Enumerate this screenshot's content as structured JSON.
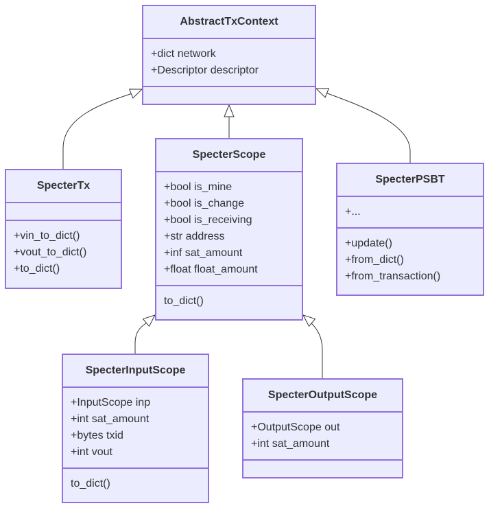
{
  "diagram": {
    "type": "class-diagram",
    "colors": {
      "node_fill": "#ececff",
      "node_border": "#9370db",
      "edge": "#333333",
      "text": "#333333",
      "background": "#ffffff"
    },
    "classes": [
      {
        "id": "AbstractTxContext",
        "name": "AbstractTxContext",
        "attributes": [
          "+dict network",
          "+Descriptor descriptor"
        ],
        "methods": []
      },
      {
        "id": "SpecterTx",
        "name": "SpecterTx",
        "attributes": [],
        "methods": [
          "+vin_to_dict()",
          "+vout_to_dict()",
          "+to_dict()"
        ]
      },
      {
        "id": "SpecterScope",
        "name": "SpecterScope",
        "attributes": [
          "+bool is_mine",
          "+bool is_change",
          "+bool is_receiving",
          "+str address",
          "+inf sat_amount",
          "+float float_amount"
        ],
        "methods": [
          "to_dict()"
        ]
      },
      {
        "id": "SpecterPSBT",
        "name": "SpecterPSBT",
        "attributes": [
          "+..."
        ],
        "methods": [
          "+update()",
          "+from_dict()",
          "+from_transaction()"
        ]
      },
      {
        "id": "SpecterInputScope",
        "name": "SpecterInputScope",
        "attributes": [
          "+InputScope inp",
          "+int sat_amount",
          "+bytes txid",
          "+int vout"
        ],
        "methods": [
          "to_dict()"
        ]
      },
      {
        "id": "SpecterOutputScope",
        "name": "SpecterOutputScope",
        "attributes": [
          "+OutputScope out",
          "+int sat_amount"
        ],
        "methods": []
      }
    ],
    "relations": [
      {
        "from": "SpecterTx",
        "to": "AbstractTxContext",
        "type": "inheritance"
      },
      {
        "from": "SpecterScope",
        "to": "AbstractTxContext",
        "type": "inheritance"
      },
      {
        "from": "SpecterPSBT",
        "to": "AbstractTxContext",
        "type": "inheritance"
      },
      {
        "from": "SpecterInputScope",
        "to": "SpecterScope",
        "type": "inheritance"
      },
      {
        "from": "SpecterOutputScope",
        "to": "SpecterScope",
        "type": "inheritance"
      }
    ]
  }
}
